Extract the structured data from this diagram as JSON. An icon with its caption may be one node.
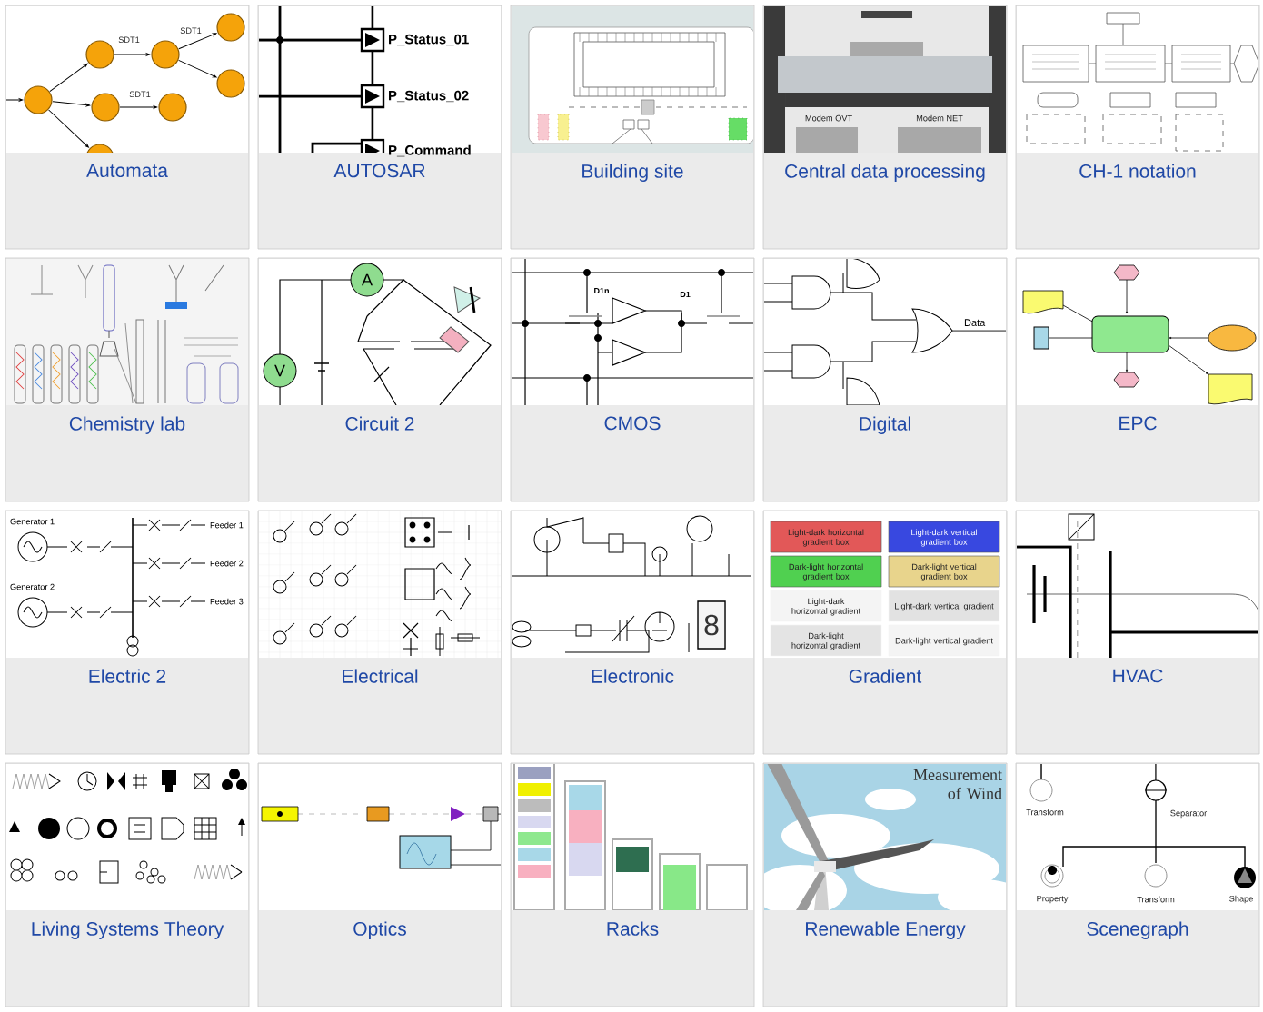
{
  "diagram": {
    "nodes": [
      {
        "text": [
          "Automata"
        ]
      },
      {
        "text": [
          "AUTOSAR"
        ]
      },
      {
        "text": [
          "Building site"
        ]
      },
      {
        "text": [
          "Central data processing"
        ]
      },
      {
        "text": [
          "CH-1 notation"
        ]
      },
      {
        "text": [
          "Chemistry lab"
        ]
      },
      {
        "text": [
          "Circuit 2"
        ]
      },
      {
        "text": [
          "CMOS"
        ]
      },
      {
        "text": [
          "Digital"
        ]
      },
      {
        "text": [
          "EPC"
        ]
      },
      {
        "text": [
          "Electric 2"
        ]
      },
      {
        "text": [
          "Electrical"
        ]
      },
      {
        "text": [
          "Electronic"
        ]
      },
      {
        "text": [
          "Gradient"
        ]
      },
      {
        "text": [
          "HVAC"
        ]
      },
      {
        "text": [
          "Living Systems Theory"
        ]
      },
      {
        "text": [
          "Optics"
        ]
      },
      {
        "text": [
          "Racks"
        ]
      },
      {
        "text": [
          "Renewable Energy"
        ]
      },
      {
        "text": [
          "Scenegraph"
        ]
      }
    ],
    "labels": [
      "SDT1",
      "SDT1",
      "SDT1",
      "P_Status_01",
      "P_Status_02",
      "P_Command",
      "Modem OVT",
      "Modem NET",
      "A",
      "V",
      "D1n",
      "D1",
      "Data",
      "Generator 1",
      "Feeder 1",
      "Feeder 2",
      "Generator 2",
      "Feeder 3",
      "8",
      "Light-dark horizontal gradient box",
      "Light-dark vertical gradient box",
      "Dark-light horizontal gradient box",
      "Dark-light vertical gradient box",
      "Light-dark horizontal gradient",
      "Light-dark vertical gradient",
      "Dark-light horizontal gradient",
      "Dark-light vertical gradient",
      "Measurement of Wind",
      "Transform",
      "Separator",
      "Property",
      "Transform",
      "Shape"
    ]
  }
}
